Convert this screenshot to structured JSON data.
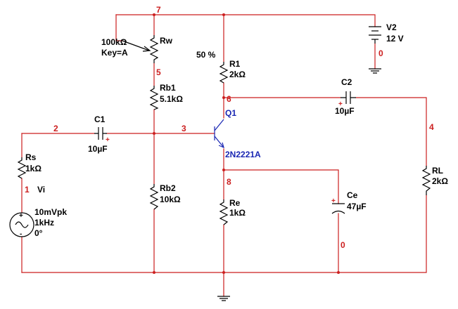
{
  "colors": {
    "wire": "#cc1f1f",
    "component": "#000000",
    "transistor": "#1a27b3",
    "background": "#ffffff"
  },
  "nodes": {
    "n0a": "0",
    "n0b": "0",
    "n1": "1",
    "n2": "2",
    "n3": "3",
    "n4": "4",
    "n5": "5",
    "n6": "6",
    "n7": "7",
    "n8": "8"
  },
  "rw": {
    "name": "Rw",
    "value": "100kΩ",
    "key": "Key=A",
    "percent": "50 %"
  },
  "rb1": {
    "name": "Rb1",
    "value": "5.1kΩ"
  },
  "rb2": {
    "name": "Rb2",
    "value": "10kΩ"
  },
  "r1": {
    "name": "R1",
    "value": "2kΩ"
  },
  "re": {
    "name": "Re",
    "value": "1kΩ"
  },
  "rl": {
    "name": "RL",
    "value": "2kΩ"
  },
  "rs": {
    "name": "Rs",
    "value": "1kΩ"
  },
  "c1": {
    "name": "C1",
    "value": "10µF"
  },
  "c2": {
    "name": "C2",
    "value": "10µF"
  },
  "ce": {
    "name": "Ce",
    "value": "47µF"
  },
  "q1": {
    "name": "Q1",
    "model": "2N2221A"
  },
  "v2": {
    "name": "V2",
    "value": "12 V"
  },
  "vi": {
    "name": "Vi",
    "amplitude": "10mVpk",
    "frequency": "1kHz",
    "phase": "0°"
  },
  "symbols": {
    "plus": "+",
    "minus": "-"
  }
}
